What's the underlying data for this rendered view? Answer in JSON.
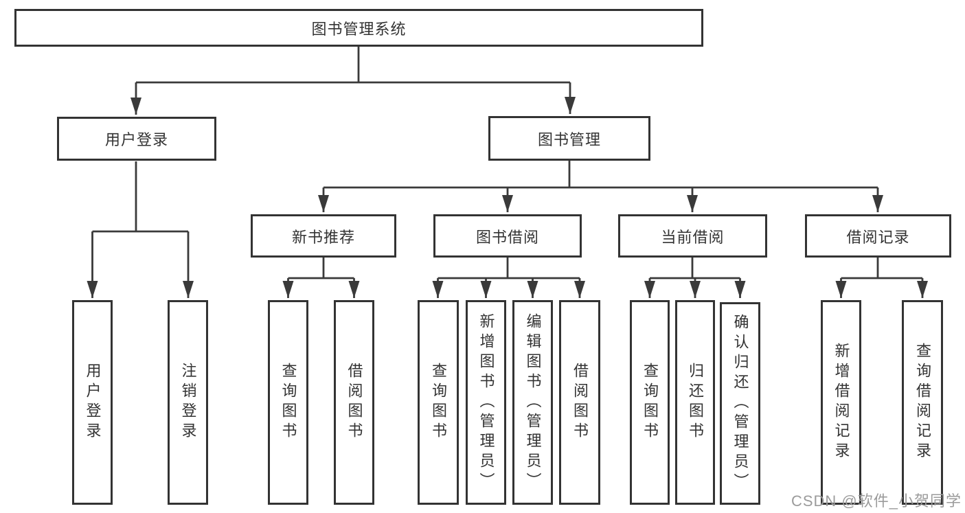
{
  "root": {
    "label": "图书管理系统"
  },
  "branches": [
    {
      "label": "用户登录",
      "leaves": [
        "用户登录",
        "注销登录"
      ]
    },
    {
      "label": "图书管理",
      "sections": [
        {
          "label": "新书推荐",
          "leaves": [
            "查询图书",
            "借阅图书"
          ]
        },
        {
          "label": "图书借阅",
          "leaves": [
            "查询图书",
            "新增图书（管理员）",
            "编辑图书（管理员）",
            "借阅图书"
          ]
        },
        {
          "label": "当前借阅",
          "leaves": [
            "查询图书",
            "归还图书",
            "确认归还（管理员）"
          ]
        },
        {
          "label": "借阅记录",
          "leaves": [
            "新增借阅记录",
            "查询借阅记录"
          ]
        }
      ]
    }
  ],
  "watermark": {
    "text": "CSDN @软件_小贺同学"
  },
  "colors": {
    "line": "#3a3a3a",
    "box_border": "#333333",
    "box_fill": "#ffffff",
    "text": "#333333",
    "watermark": "#9b9b9b",
    "background": "#ffffff"
  }
}
